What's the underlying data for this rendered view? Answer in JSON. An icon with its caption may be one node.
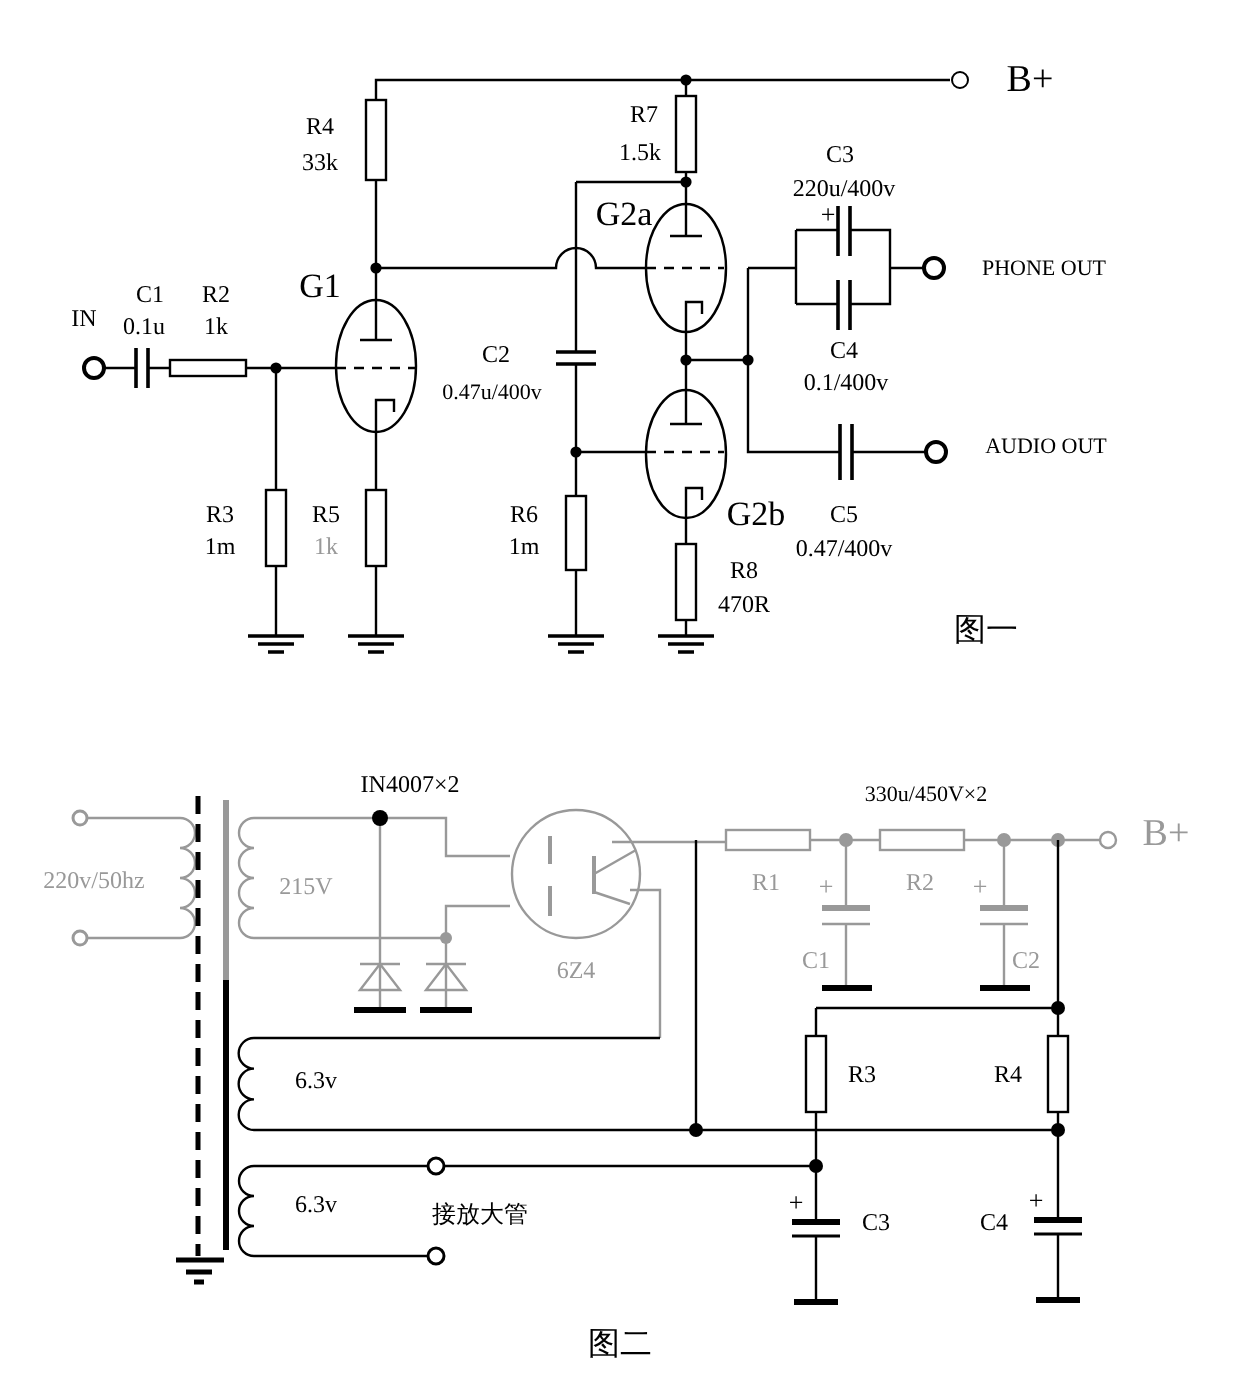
{
  "diagram": {
    "labels": [
      "B+",
      "R7",
      "R4",
      "33k",
      "1.5k",
      "C3",
      "220u/400v",
      "+",
      "G2a",
      "G1",
      "PHONE OUT",
      "C1",
      "R2",
      "IN",
      "0.1u",
      "1k",
      "C2",
      "C4",
      "0.47u/400v",
      "0.1/400v",
      "AUDIO OUT",
      "R3",
      "R5",
      "R6",
      "G2b",
      "C5",
      "1m",
      "1k",
      "1m",
      "0.47/400v",
      "R8",
      "470R",
      "图一",
      "IN4007×2",
      "330u/450V×2",
      "B+",
      "220v/50hz",
      "215V",
      "R1",
      "+",
      "R2",
      "+",
      "6Z4",
      "C1",
      "C2",
      "6.3v",
      "R3",
      "R4",
      "6.3v",
      "接放大管",
      "+",
      "C3",
      "C4",
      "+",
      "图二"
    ]
  }
}
